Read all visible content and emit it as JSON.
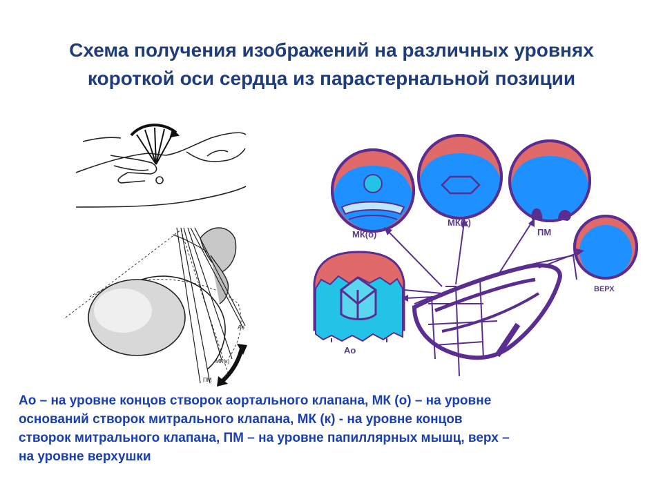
{
  "title": {
    "line1": "Схема получения изображений на различных уровнях",
    "line2": "короткой оси сердца из парастернальной позиции"
  },
  "labels": {
    "mk_o": "МК(о)",
    "mk_k": "МК(к)",
    "pm": "ПМ",
    "verh": "ВЕРХ",
    "ao": "Ао"
  },
  "left_labels": {
    "ao": "Ао",
    "mk_k": "МК(к)",
    "pm": "ПМ"
  },
  "caption": {
    "line1": "Ао – на уровне концов створок аортального клапана,  МК (о) – на уровне",
    "line2": "оснований створок митрального клапана, МК (к) -  на уровне концов",
    "line3": "створок митрального клапана, ПМ – на уровне папиллярных мышц, верх –",
    "line4": "на уровне верхушки"
  },
  "colors": {
    "title": "#1f3d7a",
    "caption": "#1a3fb0",
    "ventricle_blue": "#1e90ff",
    "myocardium_pink": "#e06a6a",
    "outline_purple": "#5a2d91",
    "aorta_cyan": "#22c3e6"
  }
}
